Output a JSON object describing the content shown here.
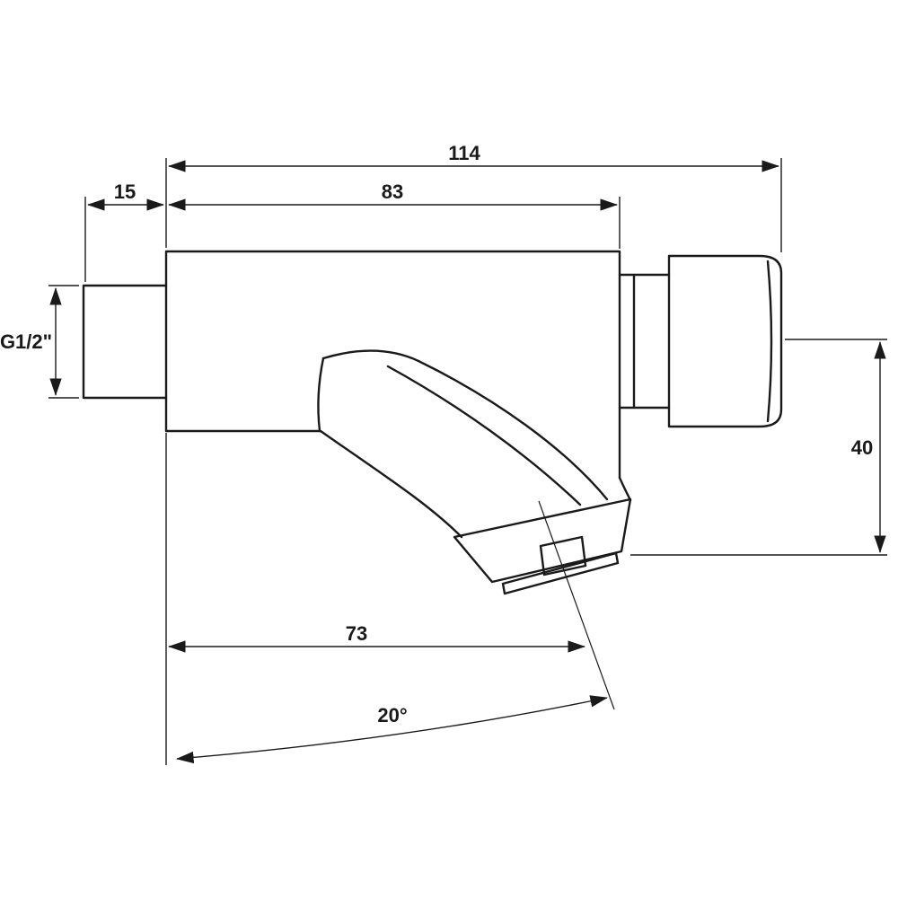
{
  "dimensions": {
    "total_length": "114",
    "body_length": "83",
    "inlet_length": "15",
    "inlet_thread": "G1/2\"",
    "drop_height": "40",
    "spout_reach": "73",
    "spout_angle": "20°"
  },
  "colors": {
    "line": "#1a1a1a",
    "background": "#ffffff"
  }
}
